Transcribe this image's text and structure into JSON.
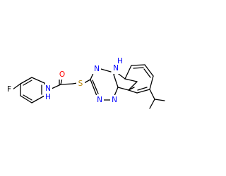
{
  "colors": {
    "bond": "#000000",
    "nitrogen": "#0000ff",
    "oxygen": "#ff0000",
    "sulfur": "#b8860b",
    "fluorine": "#000000"
  },
  "atoms": {
    "fluorine": "F",
    "amide_n": "N",
    "amide_h": "H",
    "carbonyl_o": "O",
    "thioether_s": "S",
    "triazine_n4": "N",
    "triazine_n2": "N",
    "triazine_n1": "N",
    "indole_n": "N",
    "indole_h": "H"
  }
}
